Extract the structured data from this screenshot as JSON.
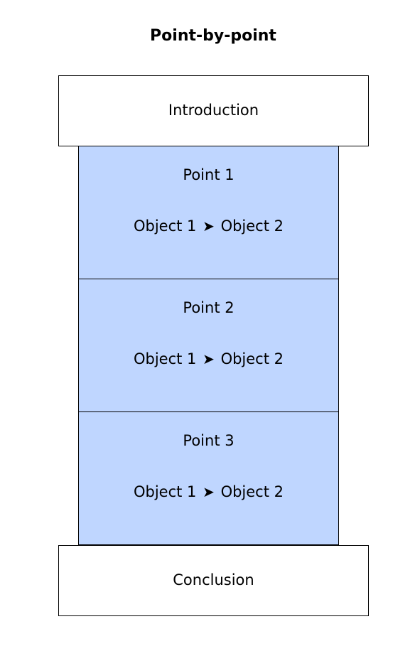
{
  "title": "Point-by-point",
  "introduction": "Introduction",
  "points": [
    {
      "label": "Point 1",
      "left": "Object 1",
      "arrow": "➤",
      "right": "Object 2"
    },
    {
      "label": "Point 2",
      "left": "Object 1",
      "arrow": "➤",
      "right": "Object 2"
    },
    {
      "label": "Point 3",
      "left": "Object 1",
      "arrow": "➤",
      "right": "Object 2"
    }
  ],
  "conclusion": "Conclusion",
  "colors": {
    "point_fill": "#bfd6ff",
    "box_fill": "#ffffff",
    "border": "#000000"
  }
}
